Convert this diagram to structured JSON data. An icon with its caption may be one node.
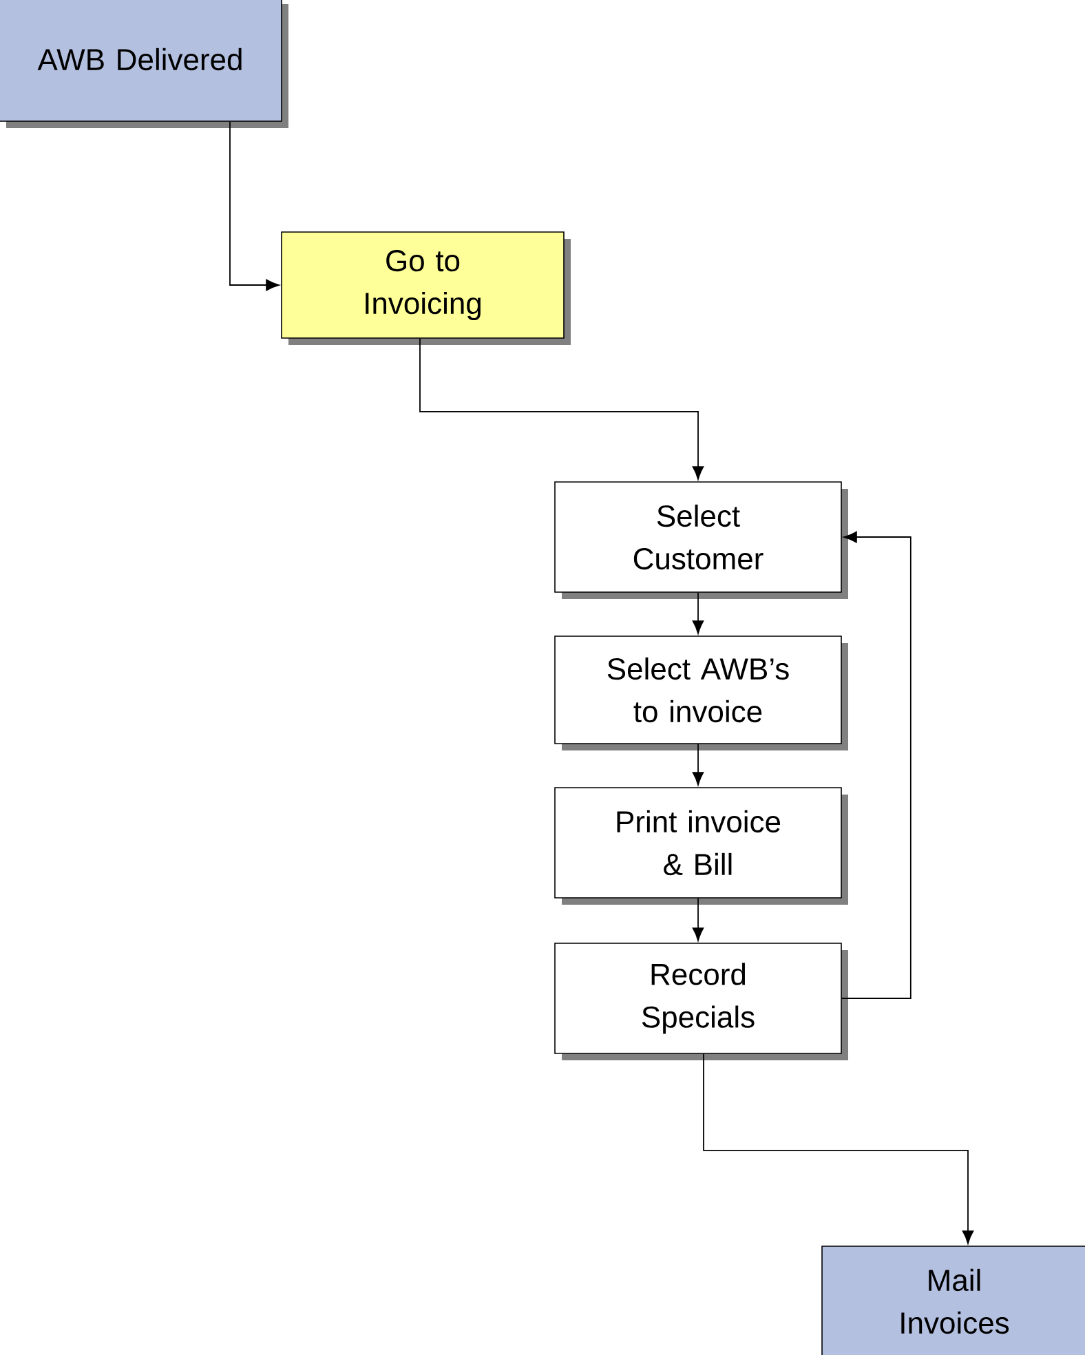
{
  "diagram": {
    "nodes": [
      {
        "text": [
          "AWB Delivered"
        ]
      },
      {
        "text": [
          "Go to Invoicing"
        ]
      },
      {
        "text": [
          "Select Customer"
        ]
      },
      {
        "text": [
          "Select AWB’s to invoice"
        ]
      },
      {
        "text": [
          "Print invoice & Bill"
        ]
      },
      {
        "text": [
          "Record Specials"
        ]
      },
      {
        "text": [
          "Mail Invoices"
        ]
      }
    ],
    "edges": [
      {
        "from": 0,
        "to": 1,
        "arrow": "to"
      },
      {
        "from": 1,
        "to": 2,
        "arrow": "to"
      },
      {
        "from": 2,
        "to": 3,
        "arrow": "to"
      },
      {
        "from": 3,
        "to": 4,
        "arrow": "to"
      },
      {
        "from": 4,
        "to": 5,
        "arrow": "to"
      },
      {
        "from": 5,
        "to": 2,
        "arrow": "to"
      },
      {
        "from": 5,
        "to": 6,
        "arrow": "to"
      }
    ]
  }
}
